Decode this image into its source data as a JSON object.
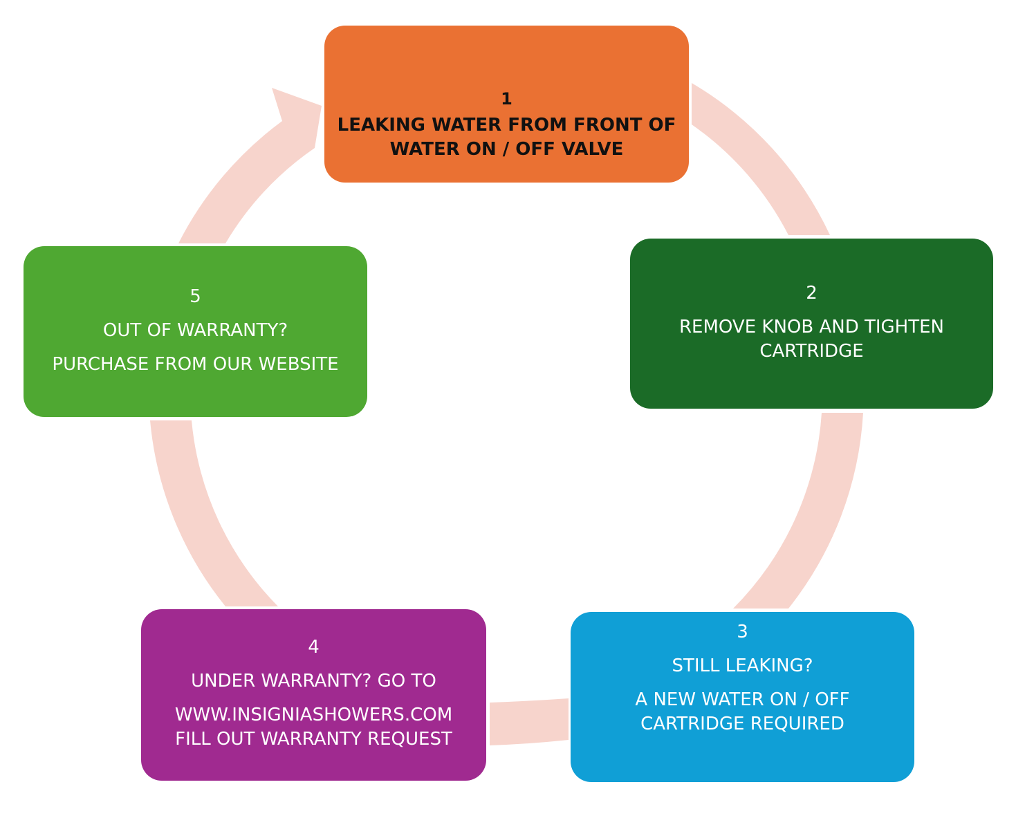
{
  "colors": {
    "ring": "#f7d4cc",
    "step1": "#ea7133",
    "step2": "#1b6b27",
    "step3": "#109fd6",
    "step4": "#a02a90",
    "step5": "#4fa832"
  },
  "steps": [
    {
      "number": "1",
      "lines": [
        "LEAKING WATER FROM FRONT OF WATER ON / OFF VALVE"
      ]
    },
    {
      "number": "2",
      "lines": [
        "REMOVE KNOB AND TIGHTEN CARTRIDGE"
      ]
    },
    {
      "number": "3",
      "lines": [
        "STILL LEAKING?",
        "A NEW WATER ON / OFF",
        "CARTRIDGE REQUIRED"
      ]
    },
    {
      "number": "4",
      "lines": [
        "UNDER WARRANTY? GO TO",
        "WWW.INSIGNIASHOWERS.COM",
        "FILL OUT WARRANTY REQUEST"
      ]
    },
    {
      "number": "5",
      "lines": [
        "OUT OF WARRANTY?",
        "PURCHASE FROM OUR WEBSITE"
      ]
    }
  ]
}
